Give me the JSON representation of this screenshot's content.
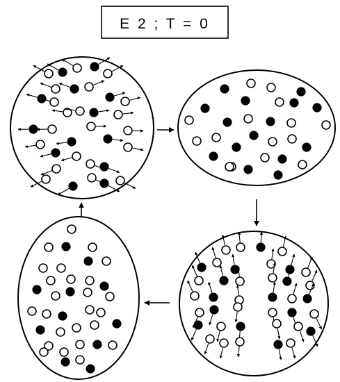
{
  "title": "E 2 ; T = 0",
  "colors": {
    "ink": "#000000",
    "paper": "#ffffff"
  },
  "legend_marks": {
    "open": "open-circle",
    "filled": "filled-circle"
  },
  "cycle": [
    "top-left",
    "top-right",
    "bottom-right",
    "bottom-left"
  ]
}
